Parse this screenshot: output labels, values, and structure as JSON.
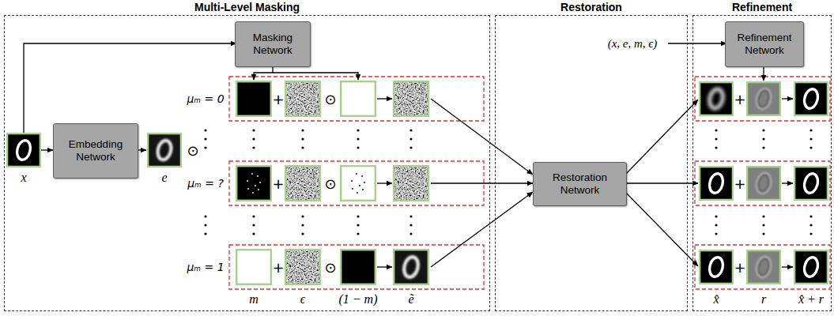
{
  "diagram": {
    "nodes": [
      {
        "text": [
          "Multi-Level Masking"
        ]
      },
      {
        "text": [
          "Restoration"
        ]
      },
      {
        "text": [
          "Refinement"
        ]
      },
      {
        "text": [
          "Masking Network"
        ],
        "in": 0
      },
      {
        "text": [
          "Embedding Network"
        ],
        "in": 0
      },
      {
        "text": [
          "Restoration Network"
        ],
        "in": 1
      },
      {
        "text": [
          "Refinement Network"
        ],
        "in": 2
      }
    ],
    "labels": [
      "μₘ = 0",
      "+",
      "⊙",
      "+",
      "(x, e, m, ϵ)",
      "⊙",
      "μₘ = ?",
      "+",
      "⊙",
      "+",
      "x",
      "e",
      "μₘ = 1",
      "+",
      "⊙",
      "+",
      "m",
      "ϵ",
      "(1 − m)",
      "ẽ",
      "x̂",
      "r",
      "x̂ + r"
    ]
  }
}
